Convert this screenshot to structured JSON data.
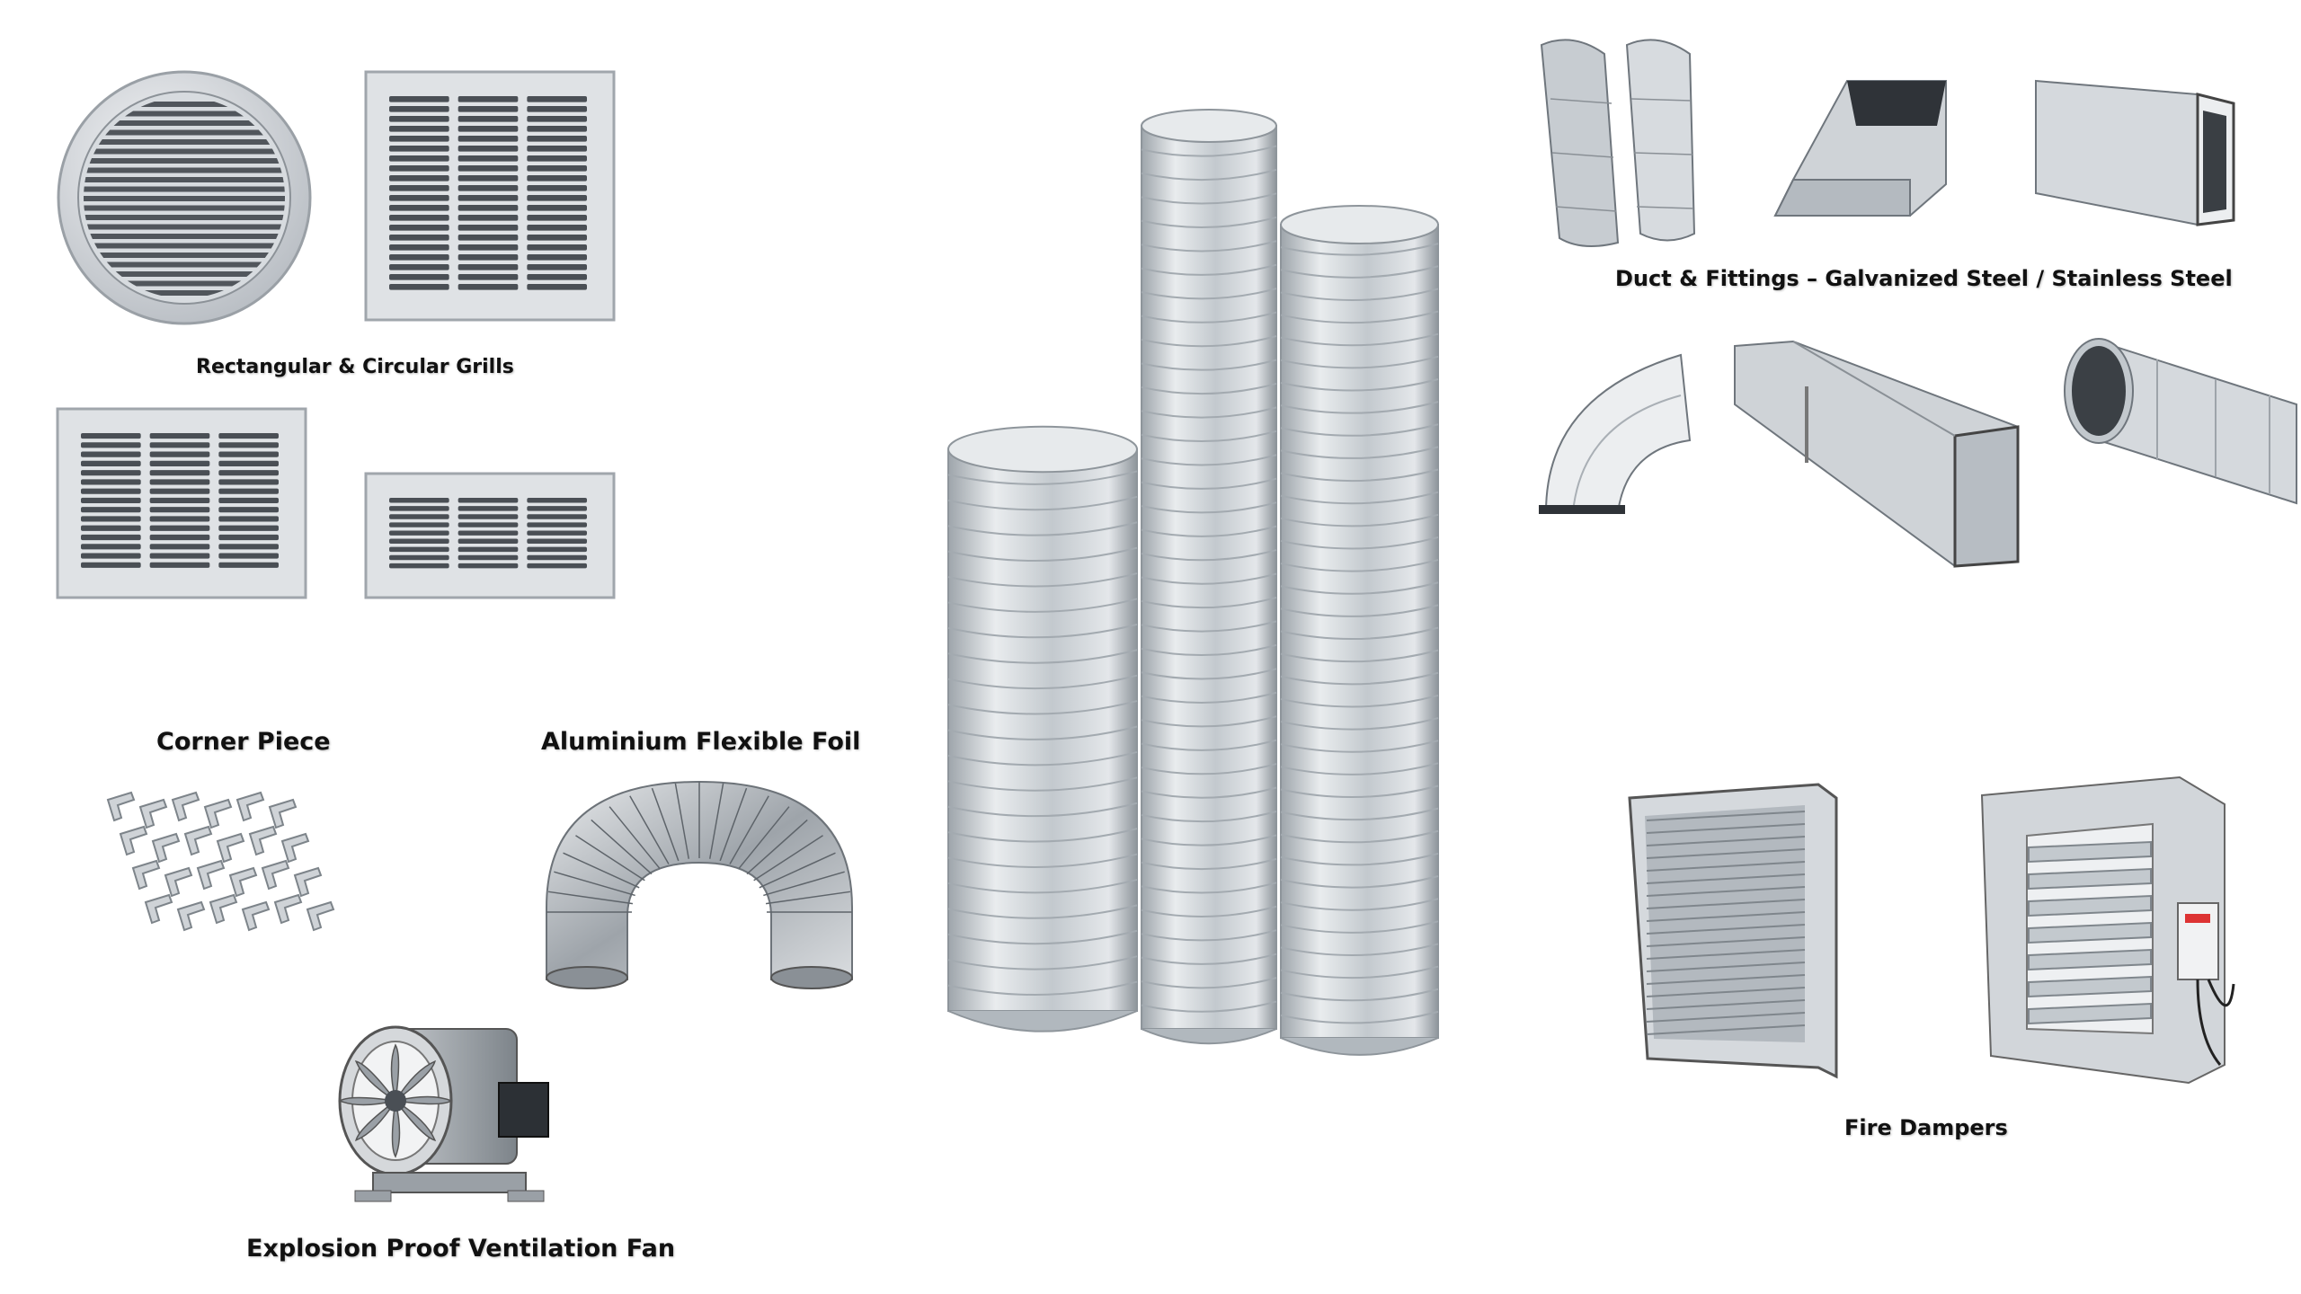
{
  "labels": {
    "grills": "Rectangular & Circular Grills",
    "duct_fittings": "Duct & Fittings – Galvanized Steel / Stainless Steel",
    "corner_piece": "Corner Piece",
    "flex_foil": "Aluminium Flexible Foil",
    "fire_dampers": "Fire Dampers",
    "fan": "Explosion Proof Ventilation Fan"
  },
  "colors": {
    "background": "#ffffff",
    "label_text": "#111111",
    "metal_light": "#e4e7ea",
    "metal_mid": "#b9bfc5",
    "metal_dark": "#6f767d",
    "slot": "#4a4f55"
  }
}
